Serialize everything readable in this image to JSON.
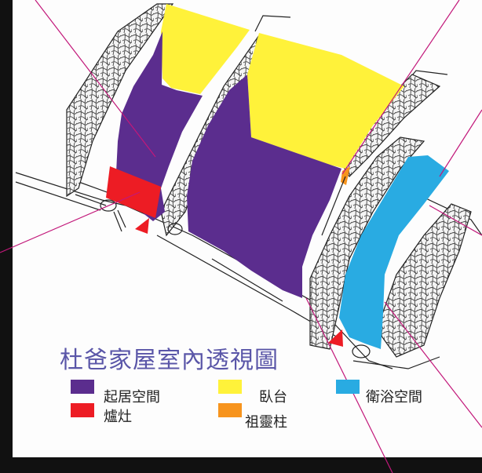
{
  "title": "杜爸家屋室內透視圖",
  "legend": [
    {
      "label": "起居空間",
      "color": "#5b2d8e"
    },
    {
      "label": "爐灶",
      "color": "#ed1c24"
    },
    {
      "label": "臥台",
      "color": "#fff23a"
    },
    {
      "label": "祖靈柱",
      "color": "#f7941d"
    },
    {
      "label": "衛浴空間",
      "color": "#29abe2"
    }
  ],
  "colors": {
    "frame": "#111111",
    "paper": "#fdfdfd",
    "leader": "#c2187a",
    "title": "#5a56a8"
  }
}
